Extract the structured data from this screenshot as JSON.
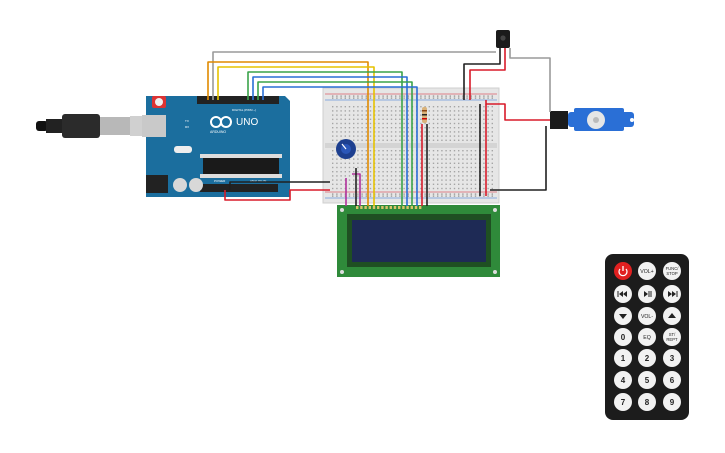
{
  "arduino": {
    "logo_text": "UNO",
    "brand_text": "ARDUINO",
    "digital_label": "DIGITAL (PWM ~)",
    "power_label": "POWER",
    "analog_label": "ANALOG IN",
    "pin_labels": [
      "TX",
      "RX"
    ]
  },
  "remote": {
    "buttons": [
      {
        "label": "",
        "icon": "power-icon"
      },
      {
        "label": "VOL+",
        "icon": ""
      },
      {
        "label": "FUNC/\nSTOP",
        "icon": ""
      },
      {
        "label": "",
        "icon": "rewind-icon"
      },
      {
        "label": "",
        "icon": "play-pause-icon"
      },
      {
        "label": "",
        "icon": "fast-forward-icon"
      },
      {
        "label": "",
        "icon": "down-arrow-icon"
      },
      {
        "label": "VOL-",
        "icon": ""
      },
      {
        "label": "",
        "icon": "up-arrow-icon"
      },
      {
        "label": "0",
        "icon": ""
      },
      {
        "label": "EQ",
        "icon": ""
      },
      {
        "label": "ST/\nREPT",
        "icon": ""
      },
      {
        "label": "1",
        "icon": ""
      },
      {
        "label": "2",
        "icon": ""
      },
      {
        "label": "3",
        "icon": ""
      },
      {
        "label": "4",
        "icon": ""
      },
      {
        "label": "5",
        "icon": ""
      },
      {
        "label": "6",
        "icon": ""
      },
      {
        "label": "7",
        "icon": ""
      },
      {
        "label": "8",
        "icon": ""
      },
      {
        "label": "9",
        "icon": ""
      }
    ]
  },
  "colors": {
    "arduino_board": "#1b6e9e",
    "breadboard": "#e6e6e6",
    "lcd_pcb": "#2f8a3a",
    "lcd_screen": "#1e2a55",
    "wire_red": "#d81b2a",
    "wire_black": "#202020",
    "wire_orange": "#e08a00",
    "wire_yellow": "#e6c200",
    "wire_green": "#3aa34a",
    "wire_blue": "#2a6fd6",
    "wire_gray": "#9a9a9a",
    "wire_purple": "#b0309b",
    "servo_body": "#2a6fd6",
    "remote_body": "#1c1c1c",
    "power_button": "#e02020"
  }
}
